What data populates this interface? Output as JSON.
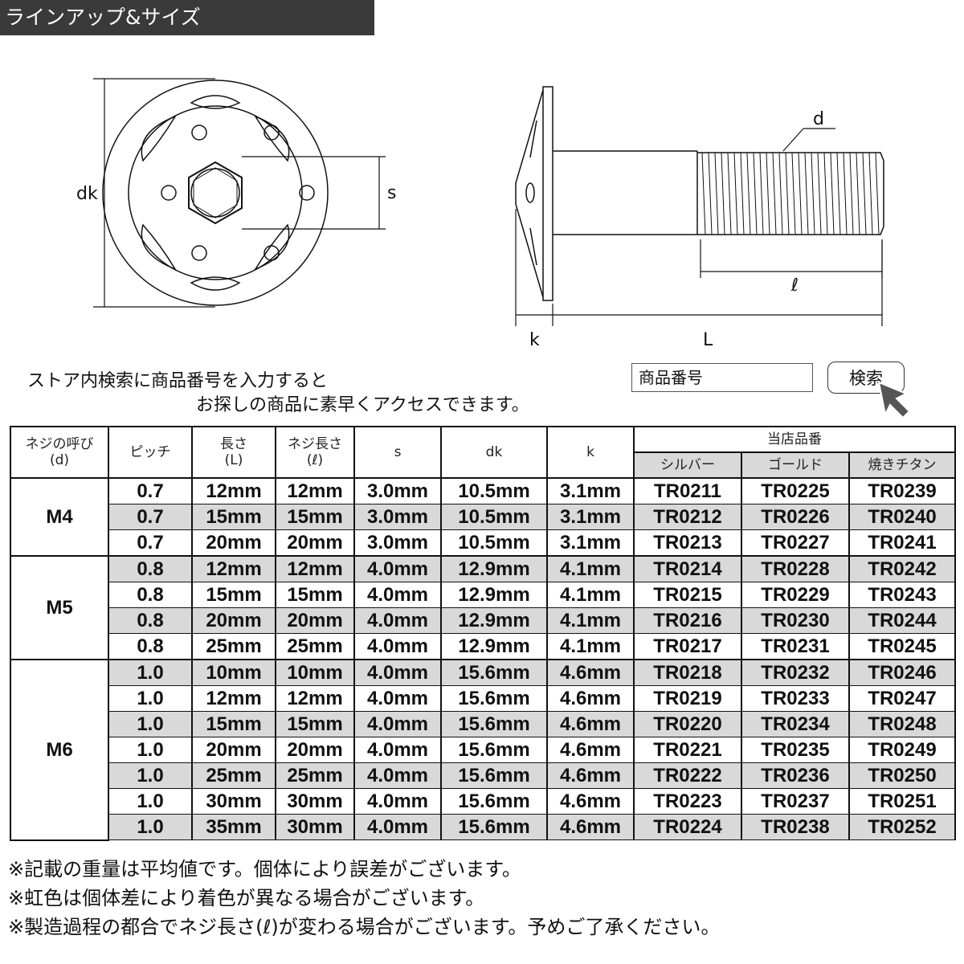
{
  "header": {
    "title": "ラインアップ&サイズ"
  },
  "diagram": {
    "labels": {
      "dk": "dk",
      "s": "s",
      "d": "d",
      "l_small": "ℓ",
      "k": "k",
      "L": "L"
    }
  },
  "store": {
    "note_line1": "ストア内検索に商品番号を入力すると",
    "note_line2": "お探しの商品に素早くアクセスできます。",
    "search_placeholder": "商品番号",
    "search_button": "検索"
  },
  "table": {
    "headers": {
      "nominal": "ネジの呼び",
      "nominal_sub": "(d)",
      "pitch": "ピッチ",
      "length": "長さ",
      "length_sub": "(L)",
      "thread": "ネジ長さ",
      "thread_sub": "(ℓ)",
      "s": "s",
      "dk": "dk",
      "k": "k",
      "store_code": "当店品番",
      "silver": "シルバー",
      "gold": "ゴールド",
      "burnt": "焼きチタン"
    },
    "groups": [
      {
        "size": "M4",
        "rows": [
          [
            "0.7",
            "12mm",
            "12mm",
            "3.0mm",
            "10.5mm",
            "3.1mm",
            "TR0211",
            "TR0225",
            "TR0239"
          ],
          [
            "0.7",
            "15mm",
            "15mm",
            "3.0mm",
            "10.5mm",
            "3.1mm",
            "TR0212",
            "TR0226",
            "TR0240"
          ],
          [
            "0.7",
            "20mm",
            "20mm",
            "3.0mm",
            "10.5mm",
            "3.1mm",
            "TR0213",
            "TR0227",
            "TR0241"
          ]
        ]
      },
      {
        "size": "M5",
        "rows": [
          [
            "0.8",
            "12mm",
            "12mm",
            "4.0mm",
            "12.9mm",
            "4.1mm",
            "TR0214",
            "TR0228",
            "TR0242"
          ],
          [
            "0.8",
            "15mm",
            "15mm",
            "4.0mm",
            "12.9mm",
            "4.1mm",
            "TR0215",
            "TR0229",
            "TR0243"
          ],
          [
            "0.8",
            "20mm",
            "20mm",
            "4.0mm",
            "12.9mm",
            "4.1mm",
            "TR0216",
            "TR0230",
            "TR0244"
          ],
          [
            "0.8",
            "25mm",
            "25mm",
            "4.0mm",
            "12.9mm",
            "4.1mm",
            "TR0217",
            "TR0231",
            "TR0245"
          ]
        ]
      },
      {
        "size": "M6",
        "rows": [
          [
            "1.0",
            "10mm",
            "10mm",
            "4.0mm",
            "15.6mm",
            "4.6mm",
            "TR0218",
            "TR0232",
            "TR0246"
          ],
          [
            "1.0",
            "12mm",
            "12mm",
            "4.0mm",
            "15.6mm",
            "4.6mm",
            "TR0219",
            "TR0233",
            "TR0247"
          ],
          [
            "1.0",
            "15mm",
            "15mm",
            "4.0mm",
            "15.6mm",
            "4.6mm",
            "TR0220",
            "TR0234",
            "TR0248"
          ],
          [
            "1.0",
            "20mm",
            "20mm",
            "4.0mm",
            "15.6mm",
            "4.6mm",
            "TR0221",
            "TR0235",
            "TR0249"
          ],
          [
            "1.0",
            "25mm",
            "25mm",
            "4.0mm",
            "15.6mm",
            "4.6mm",
            "TR0222",
            "TR0236",
            "TR0250"
          ],
          [
            "1.0",
            "30mm",
            "30mm",
            "4.0mm",
            "15.6mm",
            "4.6mm",
            "TR0223",
            "TR0237",
            "TR0251"
          ],
          [
            "1.0",
            "35mm",
            "30mm",
            "4.0mm",
            "15.6mm",
            "4.6mm",
            "TR0224",
            "TR0238",
            "TR0252"
          ]
        ]
      }
    ]
  },
  "notes": [
    "※記載の重量は平均値です。個体により誤差がございます。",
    "※虹色は個体差により着色が異なる場合がございます。",
    "※製造過程の都合でネジ長さ(ℓ)が変わる場合がございます。予めご了承ください。"
  ],
  "colors": {
    "header_bg": "#3a3a3a",
    "row_alt": "#d9d9d9"
  }
}
